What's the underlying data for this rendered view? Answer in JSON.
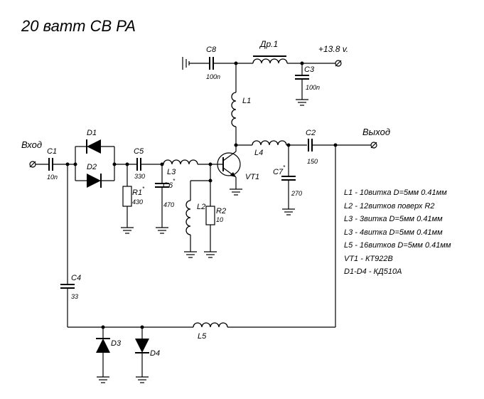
{
  "title": "20 ватт CB PA",
  "labels": {
    "input": "Вход",
    "output": "Выход",
    "supply": "+13.8 v.",
    "c1": "C1",
    "c1_val": "10n",
    "c2": "C2",
    "c2_val": "150",
    "c3": "C3",
    "c3_val": "100n",
    "c4": "C4",
    "c4_val": "33",
    "c5": "C5",
    "c5_val": "330",
    "c6": "C6",
    "c6_val": "470",
    "c7": "C7",
    "c7_val": "270",
    "c8": "C8",
    "c8_val": "100n",
    "d1": "D1",
    "d2": "D2",
    "d3": "D3",
    "d4": "D4",
    "r1": "R1",
    "r1_val": "430",
    "r2": "R2",
    "r2_val": "10",
    "l1": "L1",
    "l2": "L2",
    "l3": "L3",
    "l4": "L4",
    "l5": "L5",
    "dr1": "Др.1",
    "vt1": "VT1",
    "star": "*"
  },
  "notes": [
    "L1 - 10витка D=5мм 0.41мм",
    "L2 - 12витков поверх R2",
    "L3 - 3витка D=5мм 0.41мм",
    "L3 - 4витка D=5мм 0.41мм",
    "L5 - 16витков D=5мм 0.41мм",
    "VT1 - КТ922В",
    "D1-D4 - КД510А"
  ]
}
